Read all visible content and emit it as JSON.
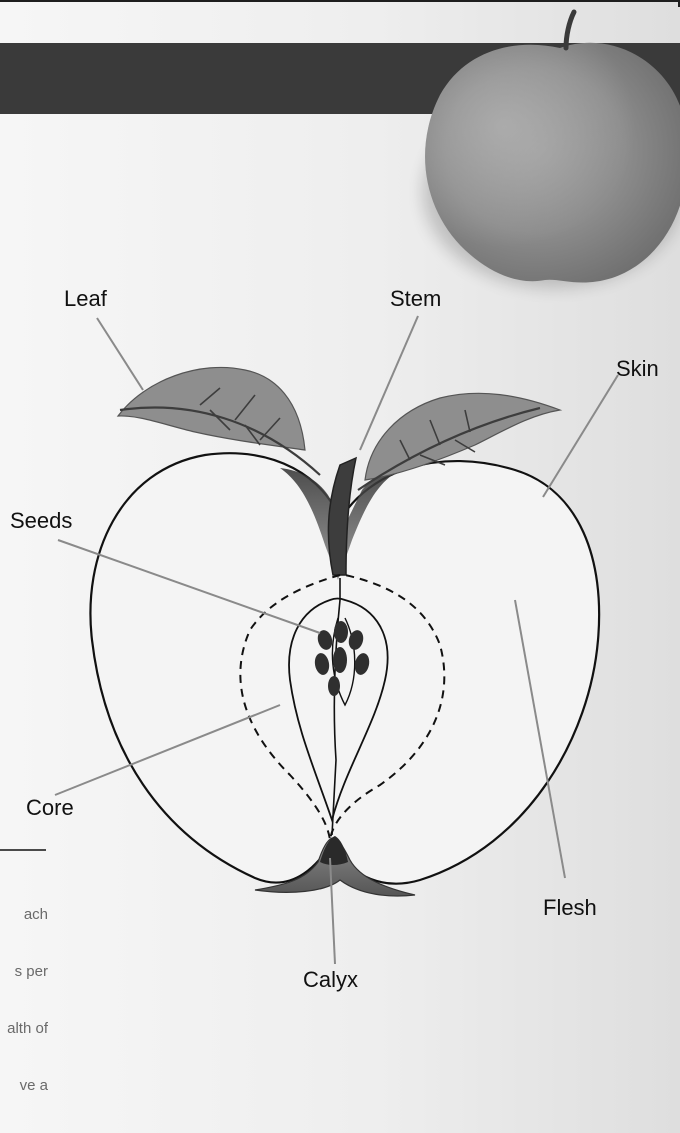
{
  "diagram": {
    "labels": {
      "leaf": "Leaf",
      "stem": "Stem",
      "skin": "Skin",
      "seeds": "Seeds",
      "core": "Core",
      "flesh": "Flesh",
      "calyx": "Calyx"
    }
  },
  "sidebar": {
    "text_fragments": [
      "ach",
      "s per",
      "alth of",
      "ve a"
    ]
  }
}
